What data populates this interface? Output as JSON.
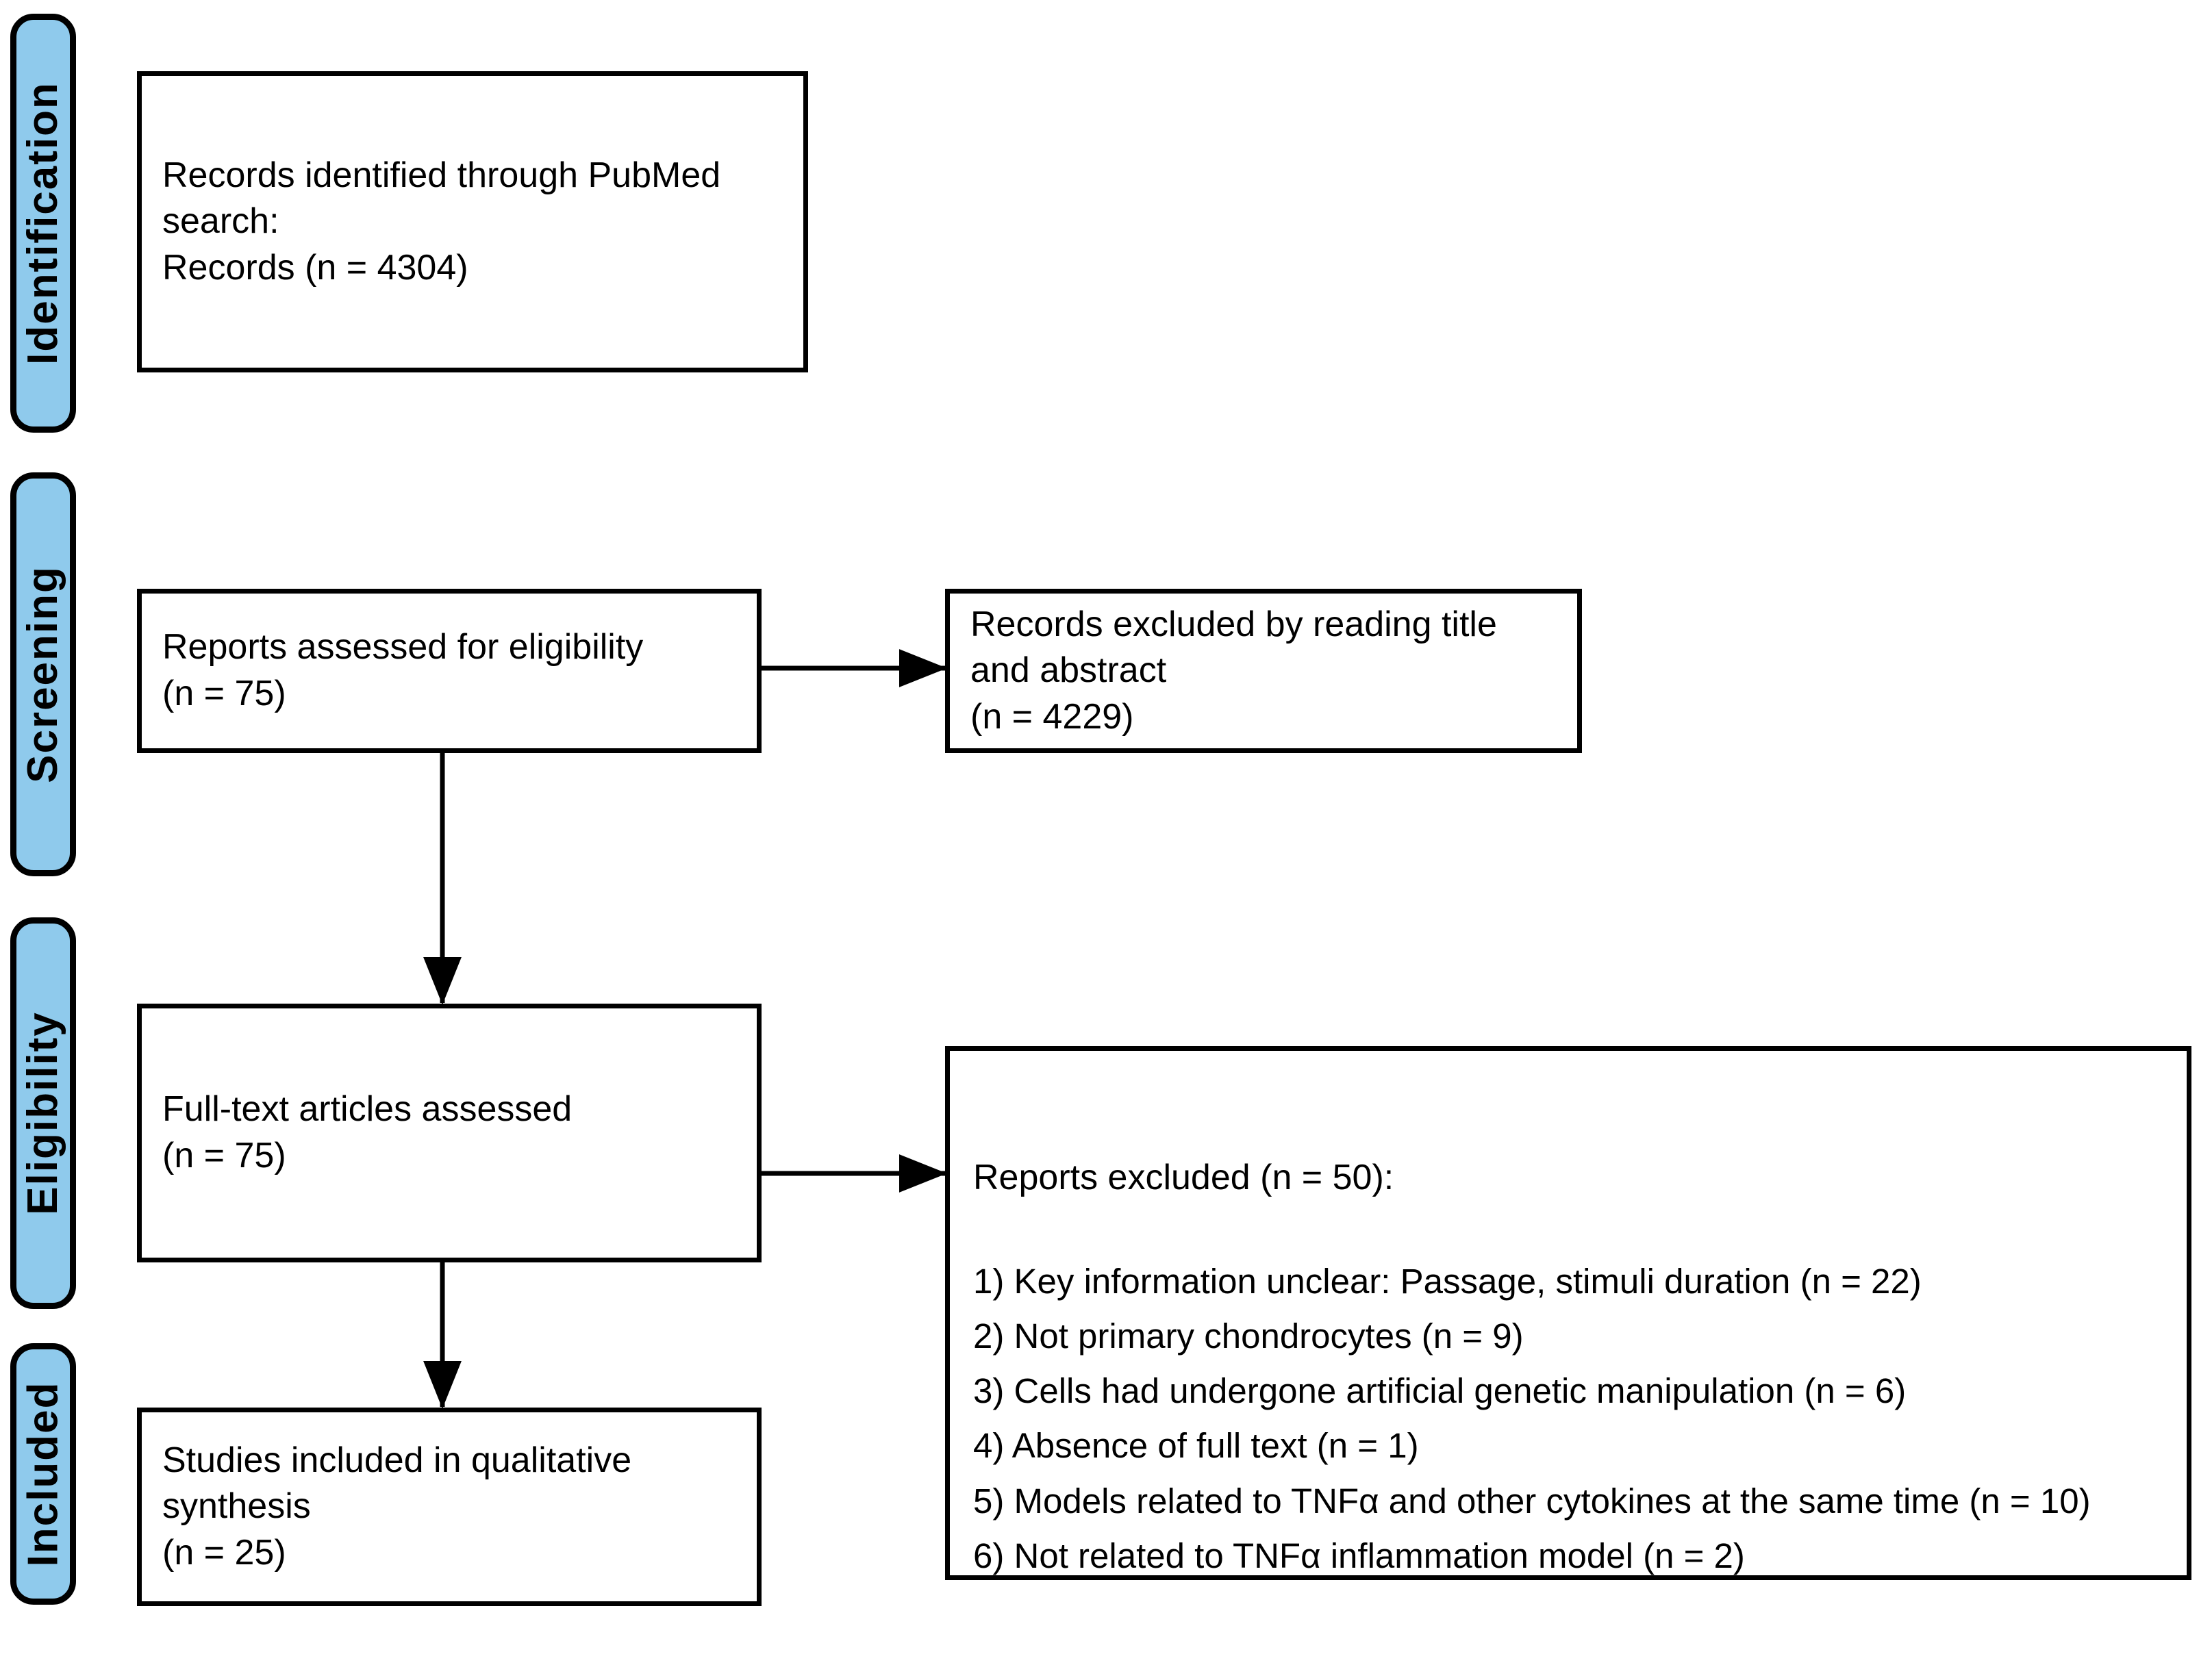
{
  "diagram": {
    "title": "PRISMA flow diagram",
    "accent_color": "#8FCAEC",
    "line_color": "#000000",
    "background_color": "#FFFFFF"
  },
  "stages": [
    {
      "id": "identification",
      "label": "Identification"
    },
    {
      "id": "screening",
      "label": "Screening"
    },
    {
      "id": "eligibility",
      "label": "Eligibility"
    },
    {
      "id": "included",
      "label": "Included"
    }
  ],
  "boxes": {
    "records_identified": {
      "text": "Records identified through PubMed search:\nRecords (n = 4304)"
    },
    "reports_assessed": {
      "text": "Reports assessed for eligibility\n(n = 75)"
    },
    "records_excluded": {
      "text": "Records excluded by reading title and abstract\n(n = 4229)"
    },
    "full_text_assessed": {
      "text": "Full-text articles assessed\n(n = 75)"
    },
    "studies_included": {
      "text": "Studies included in qualitative synthesis\n(n = 25)"
    },
    "reports_excluded": {
      "heading": "Reports excluded (n = 50):",
      "items": [
        "1) Key information unclear: Passage, stimuli duration (n = 22)",
        "2) Not primary chondrocytes (n = 9)",
        "3) Cells had undergone artificial genetic manipulation (n = 6)",
        "4) Absence of full text (n = 1)",
        "5) Models related to TNFα and other cytokines at the same time (n = 10)",
        "6) Not related to TNFα inflammation model (n = 2)"
      ]
    }
  },
  "counts": {
    "records_identified": 4304,
    "reports_assessed": 75,
    "records_excluded_title_abstract": 4229,
    "full_text_assessed": 75,
    "reports_excluded_total": 50,
    "studies_included": 25,
    "exclusion_reasons": [
      {
        "reason": "Key information unclear: Passage, stimuli duration",
        "n": 22
      },
      {
        "reason": "Not primary chondrocytes",
        "n": 9
      },
      {
        "reason": "Cells had undergone artificial genetic manipulation",
        "n": 6
      },
      {
        "reason": "Absence of full text",
        "n": 1
      },
      {
        "reason": "Models related to TNFα and other cytokines at the same time",
        "n": 10
      },
      {
        "reason": "Not related to TNFα inflammation model",
        "n": 2
      }
    ]
  }
}
